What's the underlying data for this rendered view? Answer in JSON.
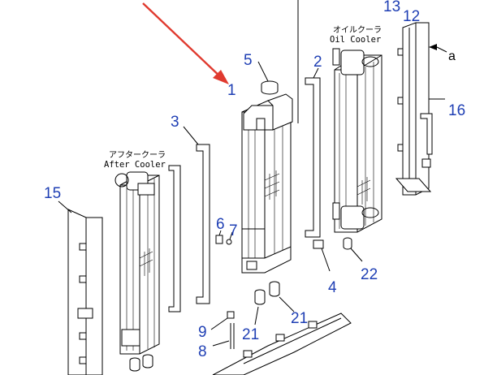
{
  "labels": {
    "oil_cooler_jp": "オイルクーラ",
    "oil_cooler_en": "Oil Cooler",
    "after_cooler_jp": "アフタークーラ",
    "after_cooler_en": "After Cooler",
    "ref_a": "a"
  },
  "callouts": [
    "1",
    "2",
    "3",
    "4",
    "5",
    "6",
    "7",
    "8",
    "9",
    "12",
    "13",
    "15",
    "16",
    "21",
    "21",
    "22"
  ],
  "colors": {
    "callout": "#1f3fb4",
    "arrow": "#e03a2f",
    "line": "#000000"
  }
}
